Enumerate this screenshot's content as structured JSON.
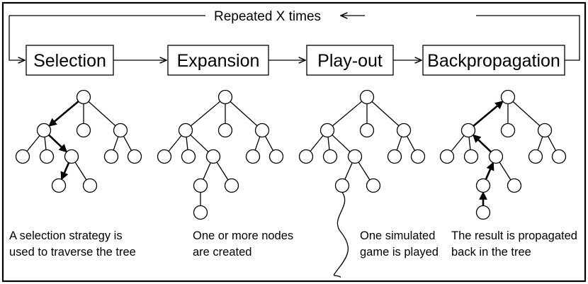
{
  "loop_label": "Repeated X times",
  "phases": [
    "Selection",
    "Expansion",
    "Play-out",
    "Backpropagation"
  ],
  "captions": [
    [
      "A selection strategy is",
      "used to traverse the tree"
    ],
    [
      "One or more nodes",
      "are created"
    ],
    [
      "One simulated",
      "game is played"
    ],
    [
      "The result is propagated",
      "back in the tree"
    ]
  ]
}
